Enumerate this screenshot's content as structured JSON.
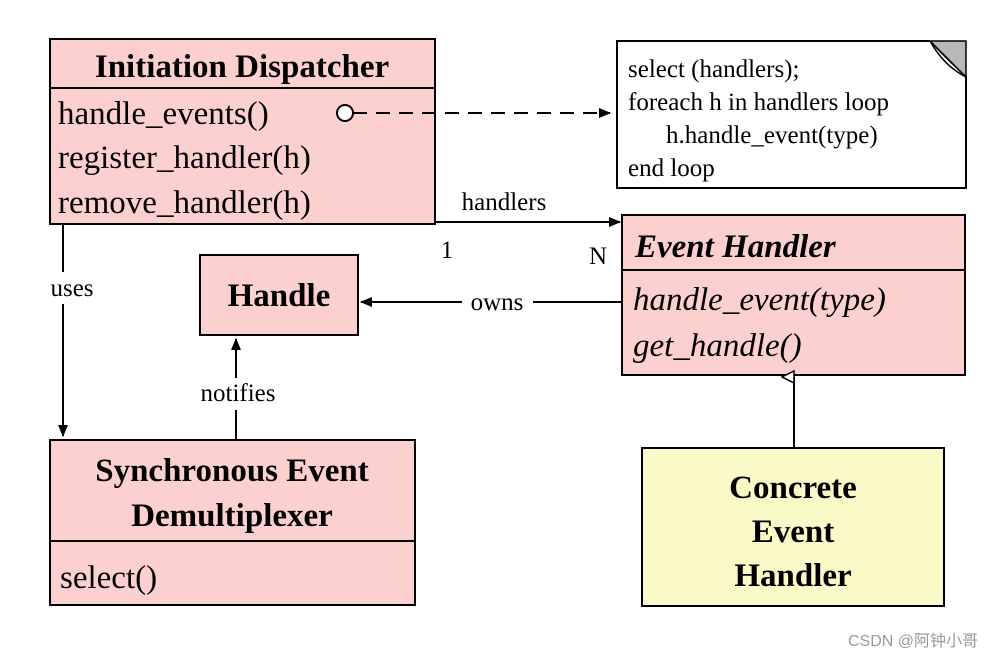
{
  "dispatcher": {
    "title": "Initiation Dispatcher",
    "methods": [
      "handle_events()",
      "register_handler(h)",
      "remove_handler(h)"
    ]
  },
  "note": {
    "lines": [
      "select (handlers);",
      "foreach h in handlers loop",
      "h.handle_event(type)",
      "end loop"
    ]
  },
  "handle": {
    "title": "Handle"
  },
  "event_handler": {
    "title": "Event  Handler",
    "methods": [
      "handle_event(type)",
      "get_handle()"
    ]
  },
  "demultiplexer": {
    "title_lines": [
      "Synchronous Event",
      "Demultiplexer"
    ],
    "methods": [
      "select()"
    ]
  },
  "concrete": {
    "title_lines": [
      "Concrete",
      "Event",
      "Handler"
    ]
  },
  "labels": {
    "handlers": "handlers",
    "mult_one": "1",
    "mult_n": "N",
    "uses": "uses",
    "owns": "owns",
    "notifies": "notifies"
  },
  "colors": {
    "class_fill": "#fdd0d0",
    "concrete_fill": "#fafac8",
    "stroke": "#000000"
  },
  "watermark": "CSDN @阿钟小哥"
}
